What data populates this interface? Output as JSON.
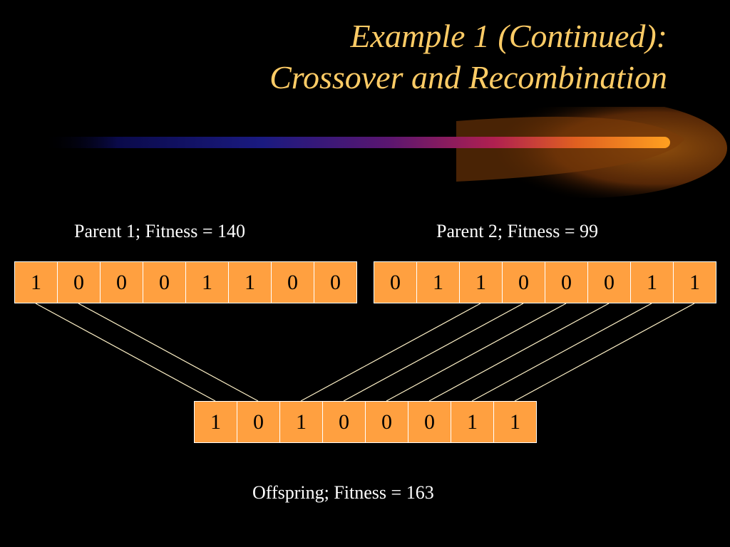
{
  "slide": {
    "title_line1": "Example 1 (Continued):",
    "title_line2": "Crossover and Recombination"
  },
  "diagram": {
    "parent1": {
      "label": "Parent 1;  Fitness = 140",
      "genes": [
        "1",
        "0",
        "0",
        "0",
        "1",
        "1",
        "0",
        "0"
      ]
    },
    "parent2": {
      "label": "Parent 2;  Fitness = 99",
      "genes": [
        "0",
        "1",
        "1",
        "0",
        "0",
        "0",
        "1",
        "1"
      ]
    },
    "offspring": {
      "label": "Offspring;  Fitness = 163",
      "genes": [
        "1",
        "0",
        "1",
        "0",
        "0",
        "0",
        "1",
        "1"
      ]
    },
    "colors": {
      "gene_fill": "#ffa040",
      "title": "#ffcc66",
      "wire": "#fff2c8"
    }
  }
}
